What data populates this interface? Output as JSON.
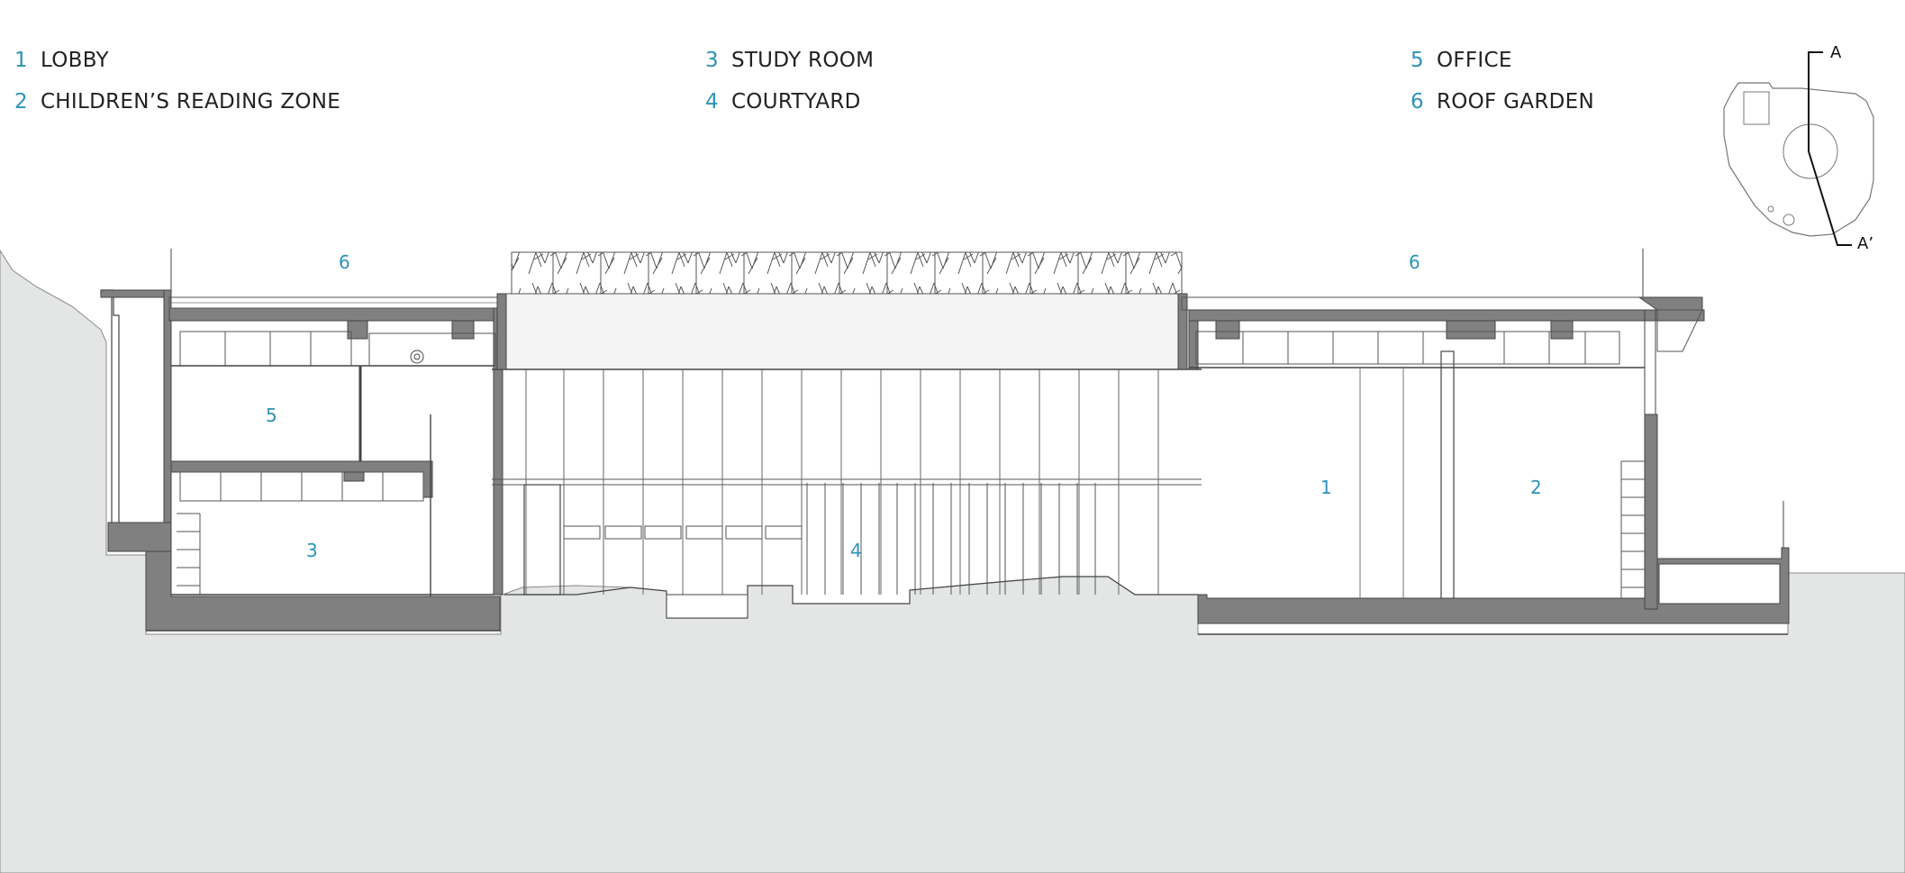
{
  "legend": [
    {
      "num": "1",
      "label": "LOBBY"
    },
    {
      "num": "2",
      "label": "CHILDREN’S READING ZONE"
    },
    {
      "num": "3",
      "label": "STUDY ROOM"
    },
    {
      "num": "4",
      "label": "COURTYARD"
    },
    {
      "num": "5",
      "label": "OFFICE"
    },
    {
      "num": "6",
      "label": "ROOF GARDEN"
    }
  ],
  "room_tags": {
    "roof_left": "6",
    "roof_right": "6",
    "office": "5",
    "study": "3",
    "courtyard": "4",
    "lobby": "1",
    "children": "2"
  },
  "key_plan": {
    "cut_start": "A",
    "cut_end": "A’"
  },
  "colors": {
    "accent": "#2b93b8",
    "ground": "#e4e6e6",
    "wall": "#808080",
    "line": "#333333"
  }
}
